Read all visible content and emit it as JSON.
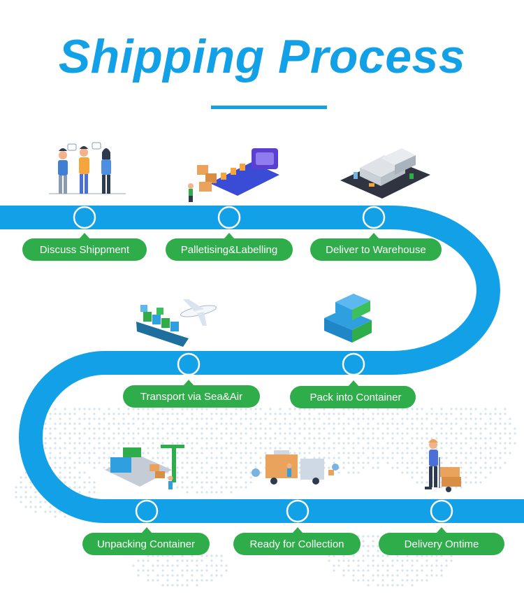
{
  "title": {
    "text_main": "Shipping Process"
  },
  "colors": {
    "brand_blue": "#12a0e6",
    "label_green": "#2fad4a",
    "map_dots": "#d7e3ee"
  },
  "steps": [
    {
      "label": "Discuss Shippment",
      "icon": "people-discussion-icon"
    },
    {
      "label": "Palletising&Labelling",
      "icon": "conveyor-boxes-icon"
    },
    {
      "label": "Deliver to Warehouse",
      "icon": "warehouse-icon"
    },
    {
      "label": "Pack into Container",
      "icon": "container-stack-icon"
    },
    {
      "label": "Transport via Sea&Air",
      "icon": "ship-plane-icon"
    },
    {
      "label": "Unpacking Container",
      "icon": "port-crane-icon"
    },
    {
      "label": "Ready for Collection",
      "icon": "delivery-truck-icon"
    },
    {
      "label": "Delivery Ontime",
      "icon": "courier-handtruck-icon"
    }
  ]
}
